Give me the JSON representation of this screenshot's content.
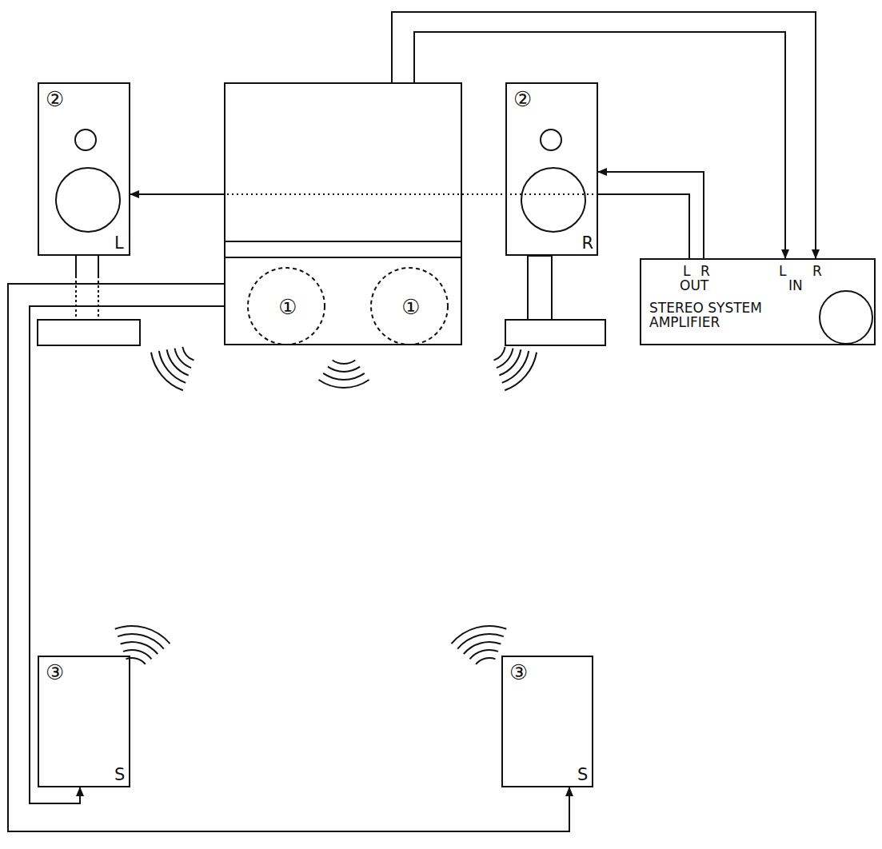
{
  "diagram": {
    "nodes": [
      {
        "text": [
          "②",
          "L"
        ]
      },
      {
        "text": [
          "①",
          "①"
        ]
      },
      {
        "text": [
          "②",
          "R"
        ]
      },
      {
        "text": [
          "L",
          "R",
          "OUT",
          "L",
          "R",
          "IN",
          "STEREO SYSTEM AMPLIFIER"
        ]
      },
      {
        "text": [
          "③",
          "S"
        ]
      },
      {
        "text": [
          "③",
          "S"
        ]
      }
    ],
    "edges": [
      {
        "from": 1,
        "to": 3,
        "arrow": "to"
      },
      {
        "from": 1,
        "to": 3,
        "arrow": "to"
      },
      {
        "from": 3,
        "to": 2,
        "arrow": "to"
      },
      {
        "from": 3,
        "to": 0,
        "arrow": "to"
      },
      {
        "from": 1,
        "to": 4,
        "arrow": "to"
      },
      {
        "from": 1,
        "to": 5,
        "arrow": "to"
      }
    ]
  }
}
